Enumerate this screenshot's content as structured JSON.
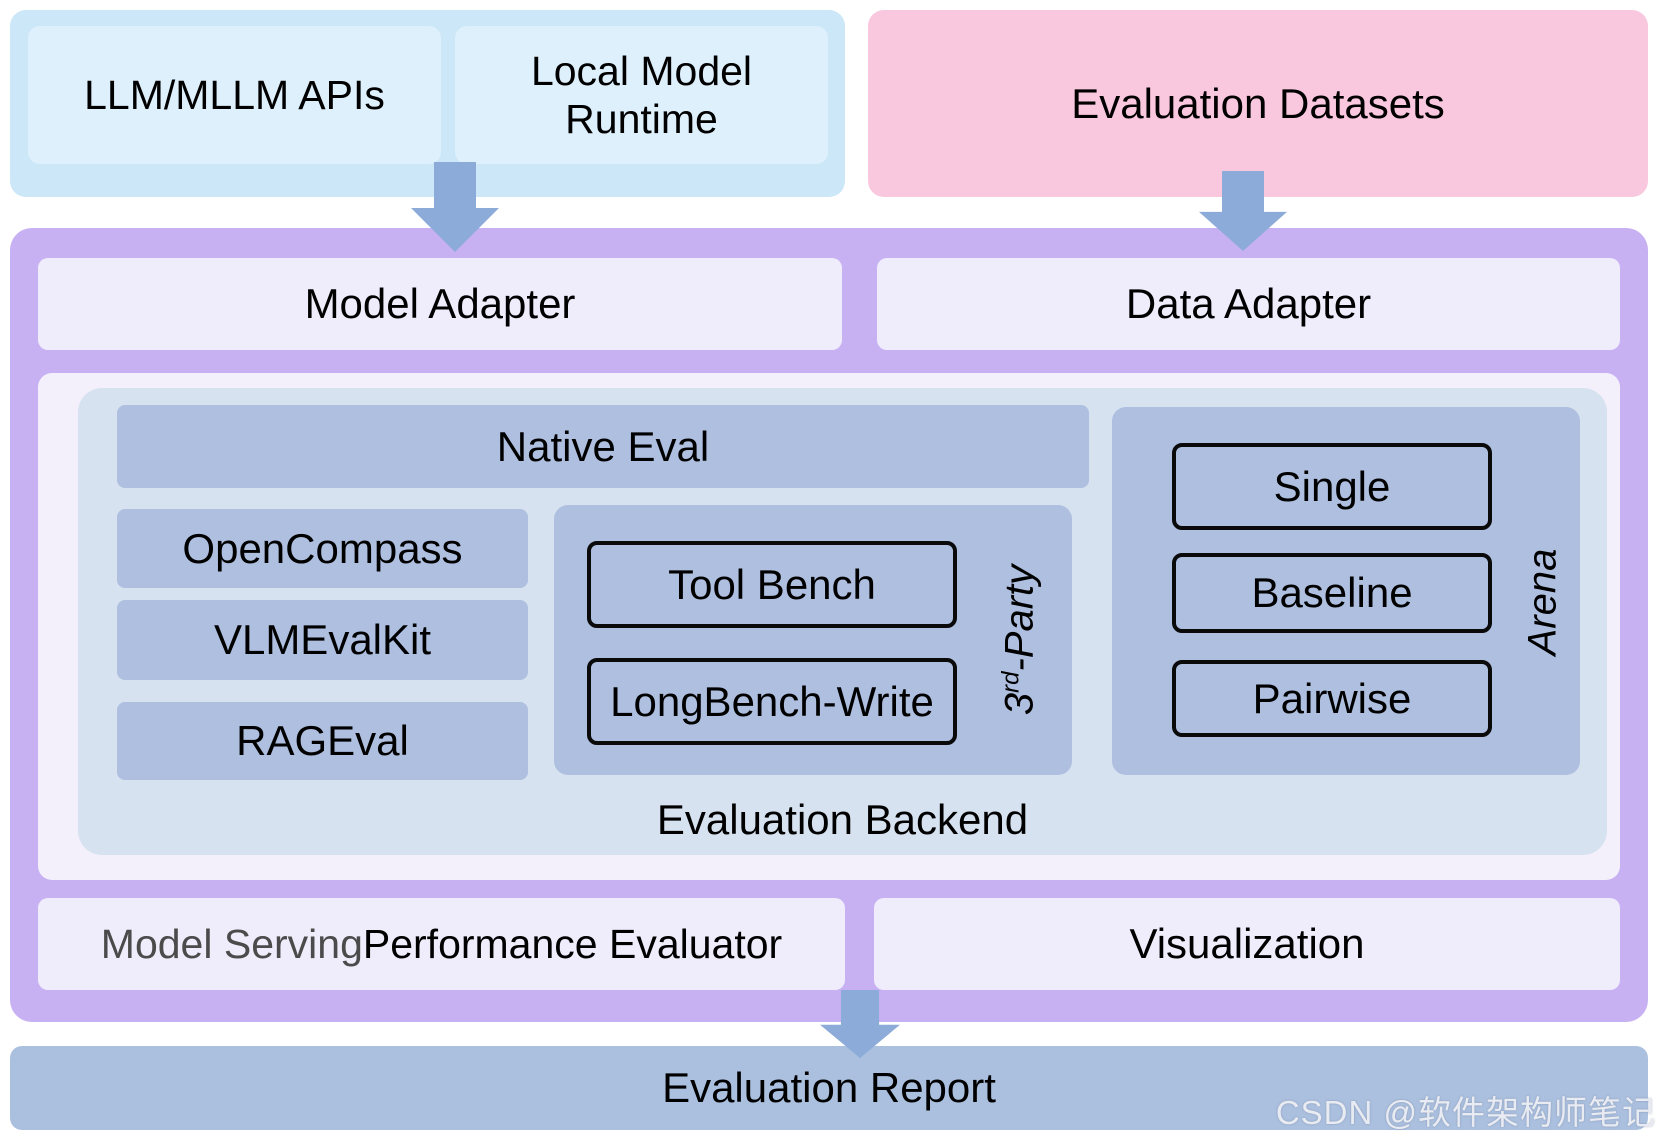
{
  "colors": {
    "page_bg": "#ffffff",
    "top_container": "#cbe7f8",
    "top_inner_box": "#def0fc",
    "datasets_box": "#f9c7de",
    "purple_container": "#c8b1f3",
    "adapter_box": "#efecfb",
    "inner_white": "#f3f0fb",
    "backend_bg": "#d7e2f0",
    "panel_blue": "#aebfe0",
    "report_bar": "#abc0df",
    "arrow": "#8cabd8",
    "outline": "#0a0a0a",
    "text": "#000000",
    "serving_gray": "#4b4b4b",
    "watermark": "#e9ebf2"
  },
  "top": {
    "llm_apis": "LLM/MLLM APIs",
    "local_runtime": "Local Model Runtime",
    "datasets": "Evaluation Datasets"
  },
  "adapters": {
    "model": "Model Adapter",
    "data": "Data Adapter"
  },
  "backend": {
    "native_eval": "Native Eval",
    "native_tools": [
      "OpenCompass",
      "VLMEvalKit",
      "RAGEval"
    ],
    "third_party": {
      "items": [
        "Tool Bench",
        "LongBench-Write"
      ],
      "label_base": "3",
      "label_sup": "rd",
      "label_rest": "-Party"
    },
    "arena": {
      "items": [
        "Single",
        "Baseline",
        "Pairwise"
      ],
      "label": "Arena"
    },
    "caption": "Evaluation Backend"
  },
  "bottom_row": {
    "serving_prefix": "Model Serving",
    "serving_suffix": " Performance Evaluator",
    "visualization": "Visualization"
  },
  "report": {
    "label": "Evaluation Report"
  },
  "watermark": "CSDN @软件架构师笔记"
}
